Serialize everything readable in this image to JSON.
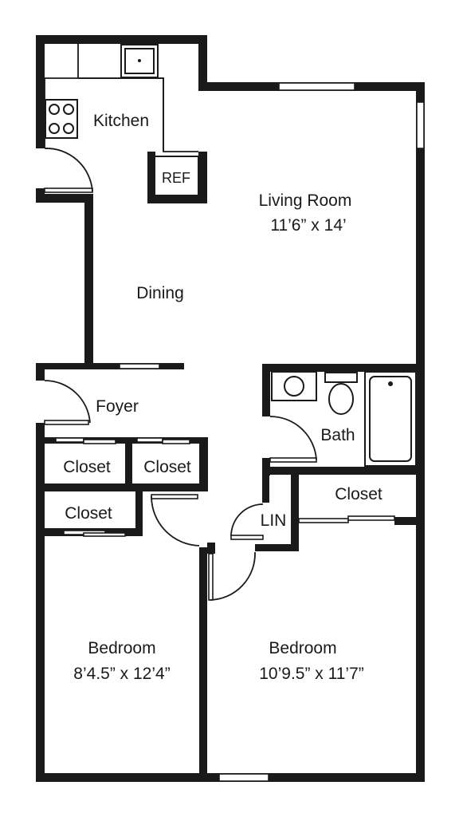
{
  "rooms": {
    "kitchen": {
      "name": "Kitchen"
    },
    "refrigerator": {
      "name": "REF"
    },
    "living_room": {
      "name": "Living Room",
      "size": "11’6” x 14’"
    },
    "dining": {
      "name": "Dining"
    },
    "foyer": {
      "name": "Foyer"
    },
    "bath": {
      "name": "Bath"
    },
    "closet_foyer_left": {
      "name": "Closet"
    },
    "closet_foyer_right": {
      "name": "Closet"
    },
    "closet_bedroom_left": {
      "name": "Closet"
    },
    "closet_bedroom_right": {
      "name": "Closet"
    },
    "linen": {
      "name": "LIN"
    },
    "bedroom_left": {
      "name": "Bedroom",
      "size": "8’4.5” x 12’4”"
    },
    "bedroom_right": {
      "name": "Bedroom",
      "size": "10’9.5” x 11’7”"
    }
  }
}
